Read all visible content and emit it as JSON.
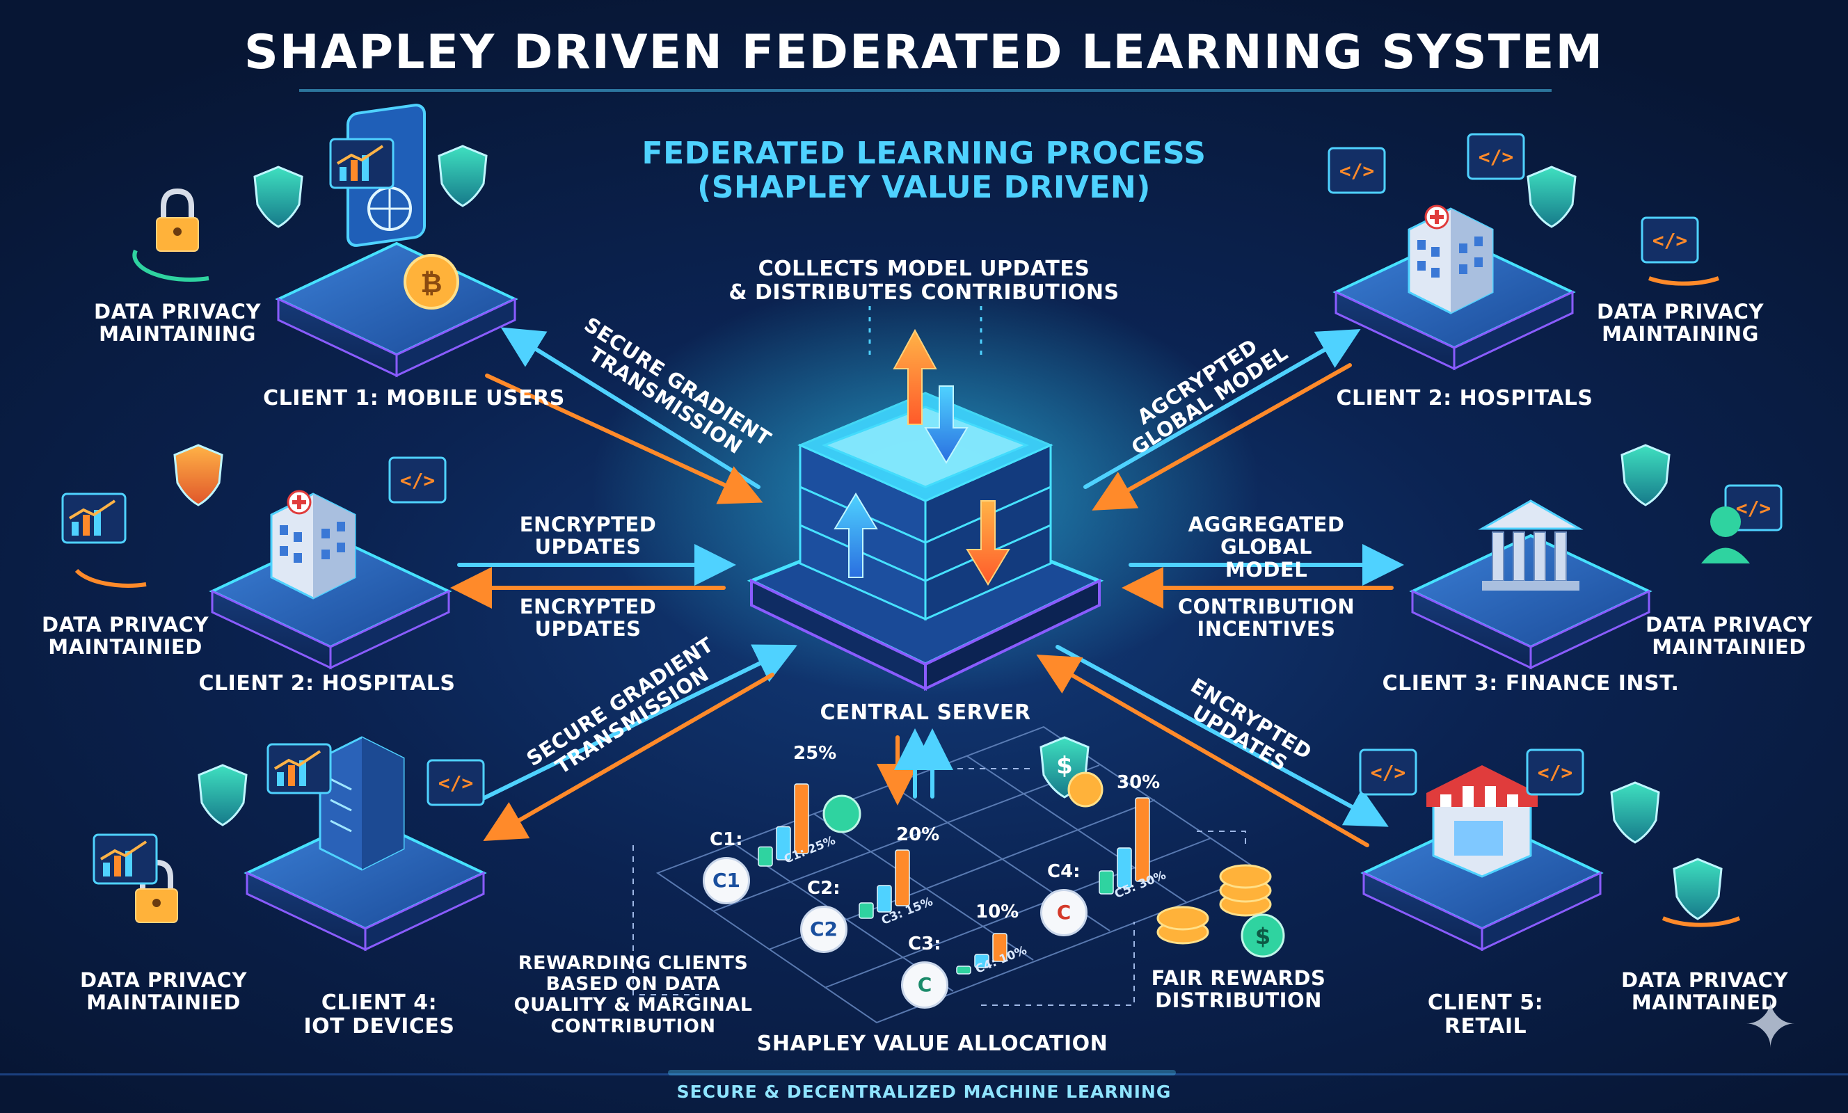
{
  "title": "SHAPLEY DRIVEN FEDERATED LEARNING SYSTEM",
  "process_title": "FEDERATED LEARNING PROCESS\n(SHAPLEY VALUE DRIVEN)",
  "server": {
    "caption": "COLLECTS MODEL UPDATES\n& DISTRIBUTES CONTRIBUTIONS",
    "label": "CENTRAL SERVER"
  },
  "clients": {
    "mobile": {
      "label": "CLIENT 1: MOBILE USERS",
      "privacy": "DATA PRIVACY\nMAINTAINING"
    },
    "hospitals_top": {
      "label": "CLIENT 2: HOSPITALS",
      "privacy": "DATA PRIVACY\nMAINTAINING"
    },
    "hospitals_left": {
      "label": "CLIENT 2: HOSPITALS",
      "privacy": "DATA PRIVACY\nMAINTAINIED"
    },
    "finance": {
      "label": "CLIENT 3: FINANCE INST.",
      "privacy": "DATA PRIVACY\nMAINTAINIED"
    },
    "iot": {
      "label": "CLIENT 4:\nIOT DEVICES",
      "privacy": "DATA PRIVACY\nMAINTAINIED"
    },
    "retail": {
      "label": "CLIENT 5:\nRETAIL",
      "privacy": "DATA PRIVACY\nMAINTAINED"
    }
  },
  "flows": {
    "secure_top": "SECURE GRADIENT\nTRANSMISSION",
    "agcrypted": "AGCRYPTED\nGLOBAL MODEL",
    "enc_left_1": "ENCRYPTED\nUPDATES",
    "enc_left_2": "ENCRYPTED\nUPDATES",
    "aggregated": "AGGREGATED\nGLOBAL MODEL",
    "incentives": "CONTRIBUTION\nINCENTIVES",
    "secure_bottom": "SECURE GRADIENT\nTRANSMISSION",
    "enc_right": "ENCRYPTED UPDATES"
  },
  "shapley": {
    "title": "SHAPLEY VALUE ALLOCATION",
    "rewarding": "REWARDING CLIENTS\nBASED ON DATA\nQUALITY & MARGINAL\nCONTRIBUTION",
    "fair": "FAIR REWARDS\nDISTRIBUTION",
    "c1_name": "C1:",
    "c2_name": "C2:",
    "c3_name": "C3:",
    "c4_name": "C4:",
    "c1_badge": "C1",
    "c2_badge": "C2",
    "c3_badge": "C",
    "c4_badge": "C",
    "c1_pct": "25%",
    "c2_pct": "20%",
    "c3_pct": "10%",
    "c4_pct": "30%",
    "c1_mini": "C1: 25%",
    "c2_mini": "C3: 15%",
    "c3_mini": "C4: 10%",
    "c4_mini": "C5: 30%"
  },
  "footer": "SECURE & DECENTRALIZED MACHINE LEARNING",
  "colors": {
    "accent_cyan": "#4fd2ff",
    "accent_orange": "#ff8a2a",
    "background": "#0b2352",
    "platform": "#1d4a8f"
  },
  "icons": [
    "lock-icon",
    "shield-check-icon",
    "chart-icon",
    "code-icon",
    "bitcoin-icon",
    "globe-icon",
    "hospital-icon",
    "bank-icon",
    "user-icon",
    "server-icon",
    "shop-icon",
    "coins-icon",
    "dollar-shield-icon",
    "sparkle-icon"
  ]
}
